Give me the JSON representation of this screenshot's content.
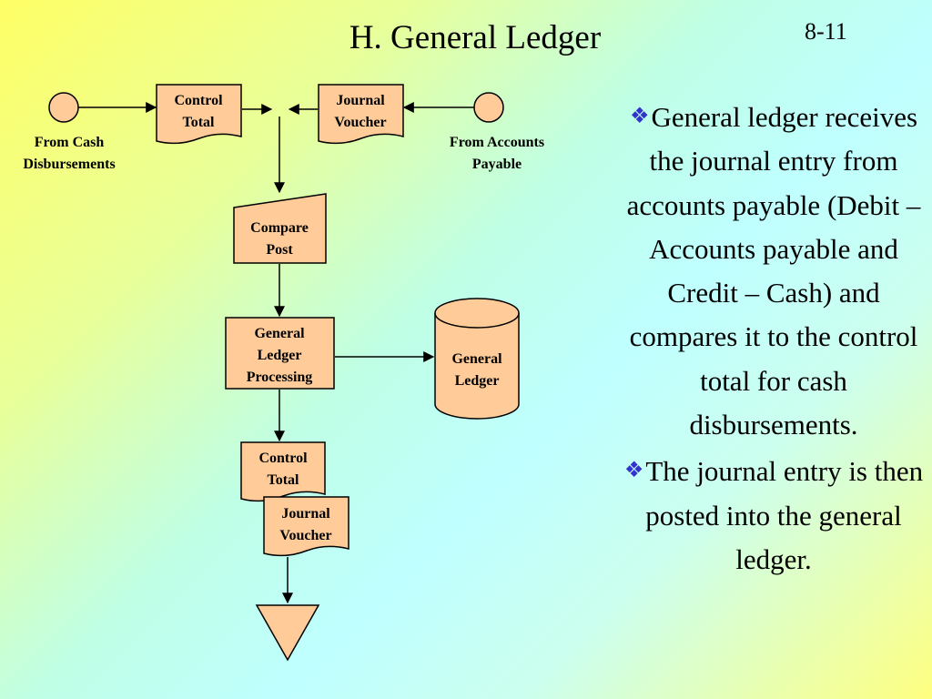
{
  "slide": {
    "title": "H. General Ledger",
    "number": "8-11"
  },
  "diagram": {
    "source_left": [
      "From Cash",
      "Disbursements"
    ],
    "source_right": [
      "From Accounts",
      "Payable"
    ],
    "doc_control_total": [
      "Control",
      "Total"
    ],
    "doc_journal_voucher": [
      "Journal",
      "Voucher"
    ],
    "compare_post": [
      "Compare",
      "Post"
    ],
    "gl_processing": [
      "General",
      "Ledger",
      "Processing"
    ],
    "gl_file": [
      "General",
      "Ledger"
    ],
    "out_control_total": [
      "Control",
      "Total"
    ],
    "out_journal_voucher": [
      "Journal",
      "Voucher"
    ]
  },
  "bullets": [
    "General ledger receives the journal entry from accounts payable (Debit – Accounts payable and Credit – Cash) and compares it to the control total for cash disbursements.",
    "The journal entry is then posted into the general ledger."
  ],
  "colors": {
    "shape_fill": "#ffcc99",
    "bullet_mark": "#3333cc"
  }
}
